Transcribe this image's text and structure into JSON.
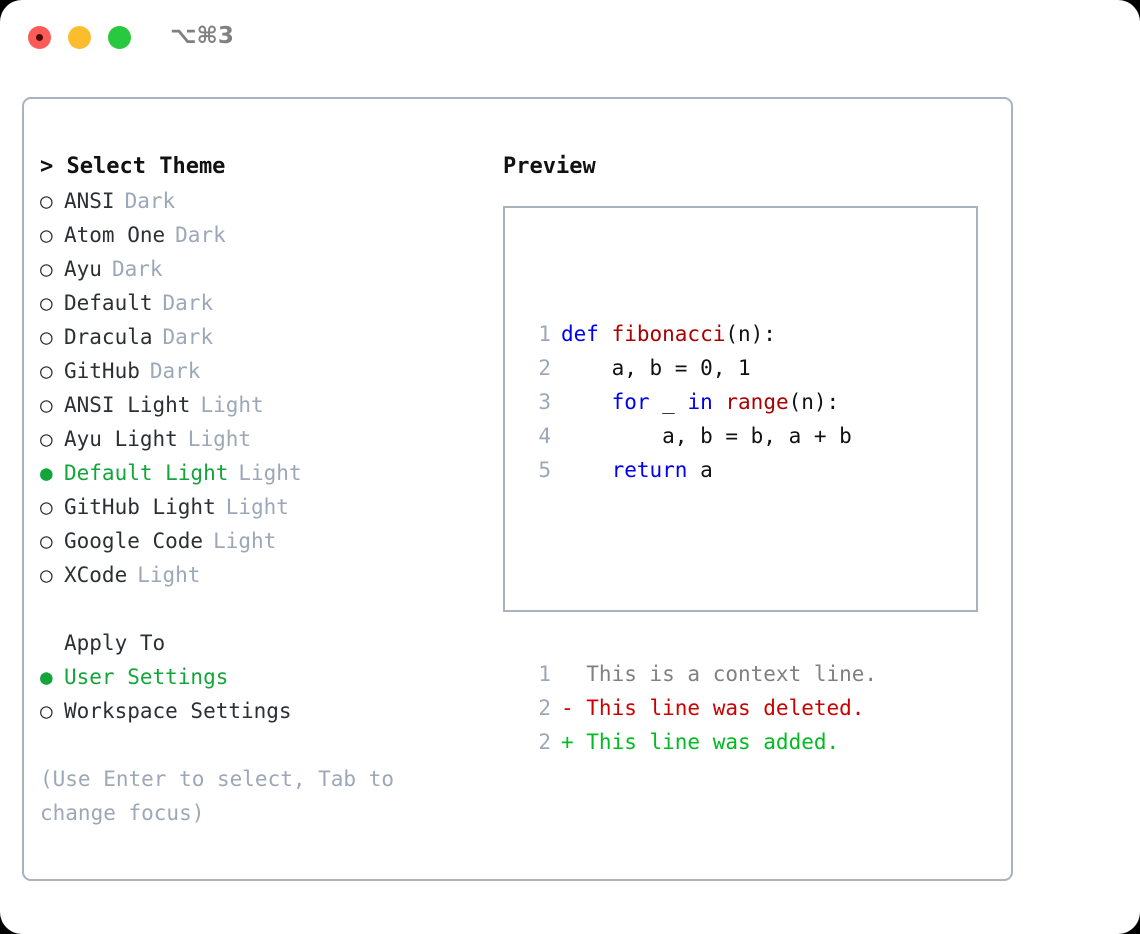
{
  "titlebar": {
    "shortcut": "⌥⌘3",
    "lights": [
      "close-red",
      "minimize-yellow",
      "maximize-green"
    ]
  },
  "theme_panel": {
    "header": "> Select Theme",
    "marker_selected": "●",
    "marker_unselected": "○",
    "accent_selected": "#13a53a",
    "suffix_color": "#9ca8b8",
    "items": [
      {
        "label": "ANSI",
        "suffix": "Dark",
        "selected": false
      },
      {
        "label": "Atom One",
        "suffix": "Dark",
        "selected": false
      },
      {
        "label": "Ayu",
        "suffix": "Dark",
        "selected": false
      },
      {
        "label": "Default",
        "suffix": "Dark",
        "selected": false
      },
      {
        "label": "Dracula",
        "suffix": "Dark",
        "selected": false
      },
      {
        "label": "GitHub",
        "suffix": "Dark",
        "selected": false
      },
      {
        "label": "ANSI Light",
        "suffix": "Light",
        "selected": false
      },
      {
        "label": "Ayu Light",
        "suffix": "Light",
        "selected": false
      },
      {
        "label": "Default Light",
        "suffix": "Light",
        "selected": true
      },
      {
        "label": "GitHub Light",
        "suffix": "Light",
        "selected": false
      },
      {
        "label": "Google Code",
        "suffix": "Light",
        "selected": false
      },
      {
        "label": "XCode",
        "suffix": "Light",
        "selected": false
      }
    ]
  },
  "apply_to": {
    "title": "Apply To",
    "items": [
      {
        "label": "User Settings",
        "selected": true
      },
      {
        "label": "Workspace Settings",
        "selected": false
      }
    ]
  },
  "hint": "(Use Enter to select, Tab to change focus)",
  "preview": {
    "header": "Preview",
    "code_lines": [
      {
        "number": "1",
        "tokens": [
          {
            "text": "def ",
            "style": "kw"
          },
          {
            "text": "fibonacci",
            "style": "fn"
          },
          {
            "text": "(n):",
            "style": "pl"
          }
        ]
      },
      {
        "number": "2",
        "tokens": [
          {
            "text": "    a, b = 0, 1",
            "style": "pl"
          }
        ]
      },
      {
        "number": "3",
        "tokens": [
          {
            "text": "    ",
            "style": "pl"
          },
          {
            "text": "for",
            "style": "kw"
          },
          {
            "text": " _ ",
            "style": "pl"
          },
          {
            "text": "in ",
            "style": "kw"
          },
          {
            "text": "range",
            "style": "fn"
          },
          {
            "text": "(n):",
            "style": "pl"
          }
        ]
      },
      {
        "number": "4",
        "tokens": [
          {
            "text": "        a, b = b, a + b",
            "style": "pl"
          }
        ]
      },
      {
        "number": "5",
        "tokens": [
          {
            "text": "    ",
            "style": "pl"
          },
          {
            "text": "return",
            "style": "kw"
          },
          {
            "text": " a",
            "style": "pl"
          }
        ]
      }
    ],
    "diff_lines": [
      {
        "number": "1",
        "prefix": "  ",
        "text": "This is a context line.",
        "style": "ctx"
      },
      {
        "number": "2",
        "prefix": "- ",
        "text": "This line was deleted.",
        "style": "del"
      },
      {
        "number": "2",
        "prefix": "+ ",
        "text": "This line was added.",
        "style": "add"
      }
    ],
    "colors": {
      "keyword": "#0000ee",
      "function": "#aa0000",
      "plain": "#111111",
      "lineno": "#9ca8b8",
      "context": "#808080",
      "deleted": "#cc0000",
      "added": "#00bb22"
    }
  }
}
